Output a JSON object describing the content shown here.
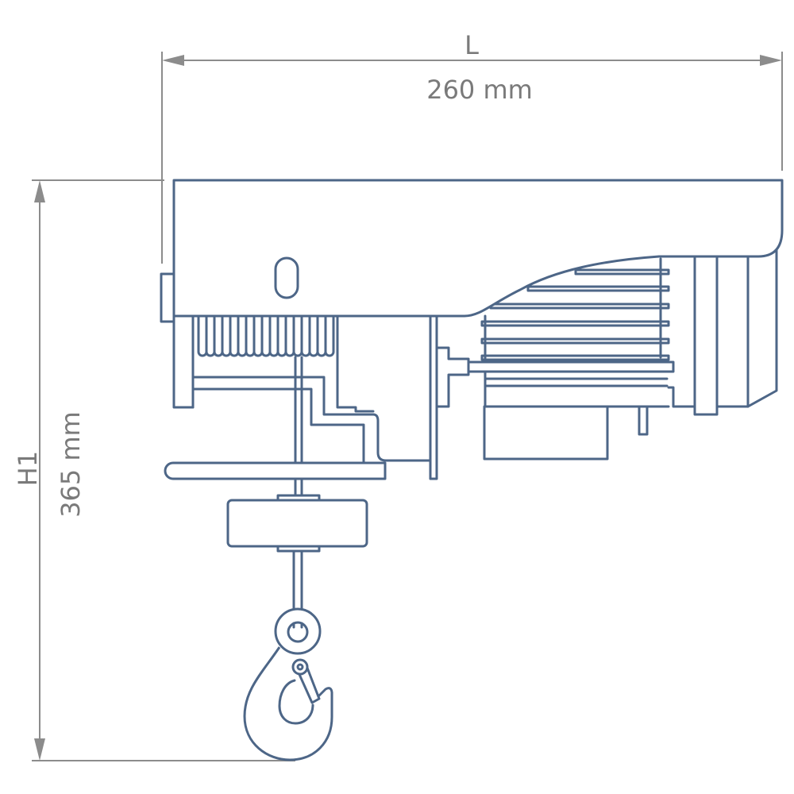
{
  "dimensions": {
    "length": {
      "symbol": "L",
      "value": "260 mm"
    },
    "height": {
      "symbol": "H1",
      "value": "365 mm"
    }
  },
  "colors": {
    "drawing": "#4d6687",
    "dimension": "#8c8c8c",
    "label": "#7a7a7a"
  }
}
